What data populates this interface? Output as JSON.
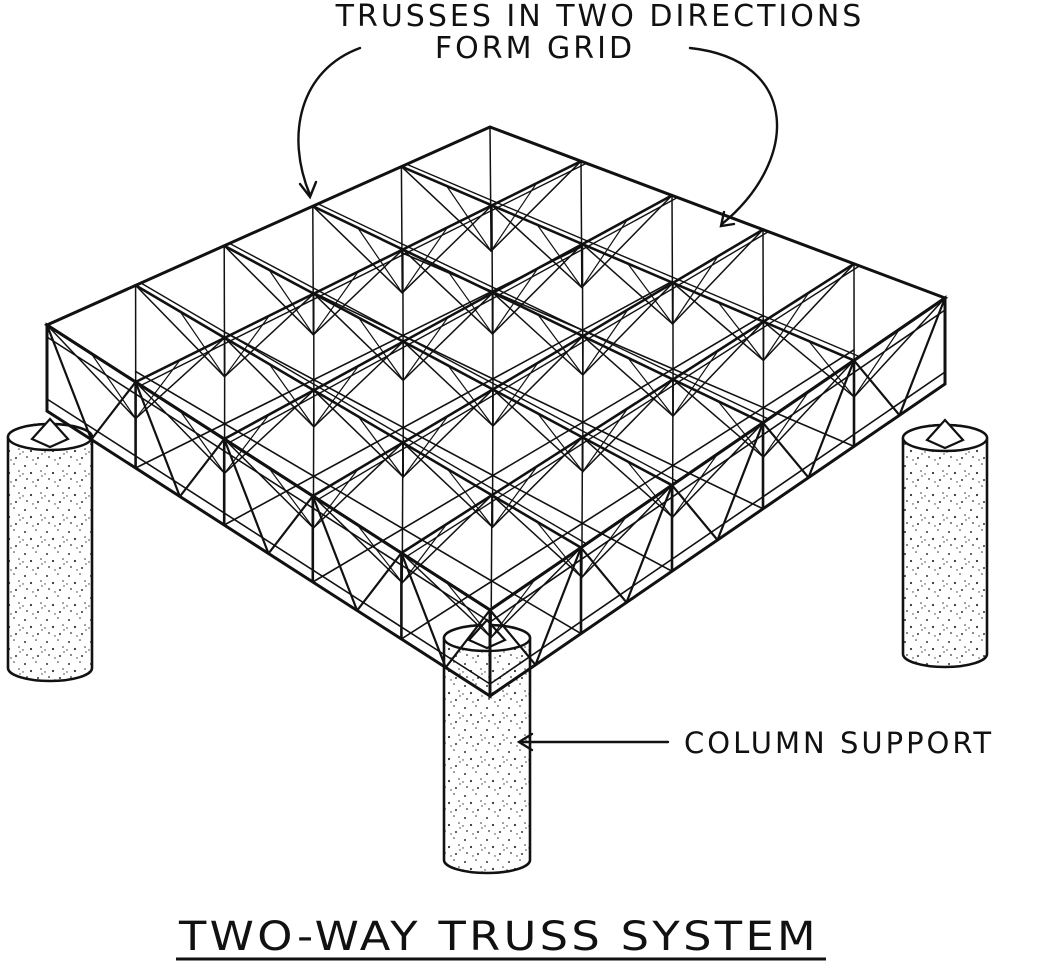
{
  "labels": {
    "top_line1": "TRUSSES IN TWO DIRECTIONS",
    "top_line2": "FORM GRID",
    "column": "COLUMN SUPPORT",
    "title": "TWO-WAY TRUSS SYSTEM"
  },
  "grid": {
    "bays": 5
  },
  "colors": {
    "ink": "#111111",
    "paper": "#ffffff"
  }
}
